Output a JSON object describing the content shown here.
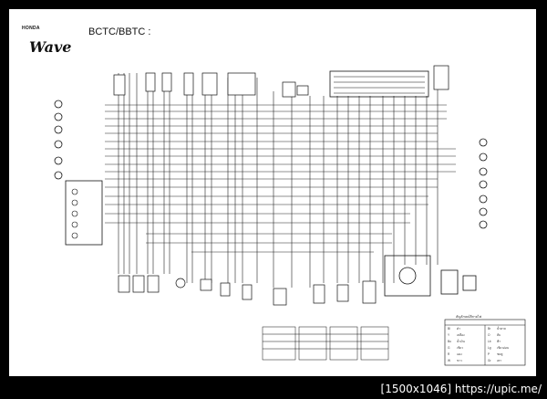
{
  "header": {
    "brand": "HONDA",
    "logo_text": "Wave",
    "diagram_code": "BCTC/BBTC :"
  },
  "watermark": "[1500x1046] https://upic.me/",
  "colors": {
    "page_bg": "#000000",
    "sheet_bg": "#ffffff",
    "wire": "#222222",
    "watermark": "#ffffff"
  },
  "legend_title": "สัญลักษณ์สีสายไฟ",
  "legend_rows": [
    {
      "code": "Bl",
      "name": "ดำ",
      "code2": "Br",
      "name2": "น้ำตาล"
    },
    {
      "code": "Y",
      "name": "เหลือง",
      "code2": "O",
      "name2": "ส้ม"
    },
    {
      "code": "Bu",
      "name": "น้ำเงิน",
      "code2": "Lb",
      "name2": "ฟ้า"
    },
    {
      "code": "G",
      "name": "เขียว",
      "code2": "Lg",
      "name2": "เขียวอ่อน"
    },
    {
      "code": "R",
      "name": "แดง",
      "code2": "P",
      "name2": "ชมพู"
    },
    {
      "code": "W",
      "name": "ขาว",
      "code2": "Gr",
      "name2": "เทา"
    }
  ]
}
